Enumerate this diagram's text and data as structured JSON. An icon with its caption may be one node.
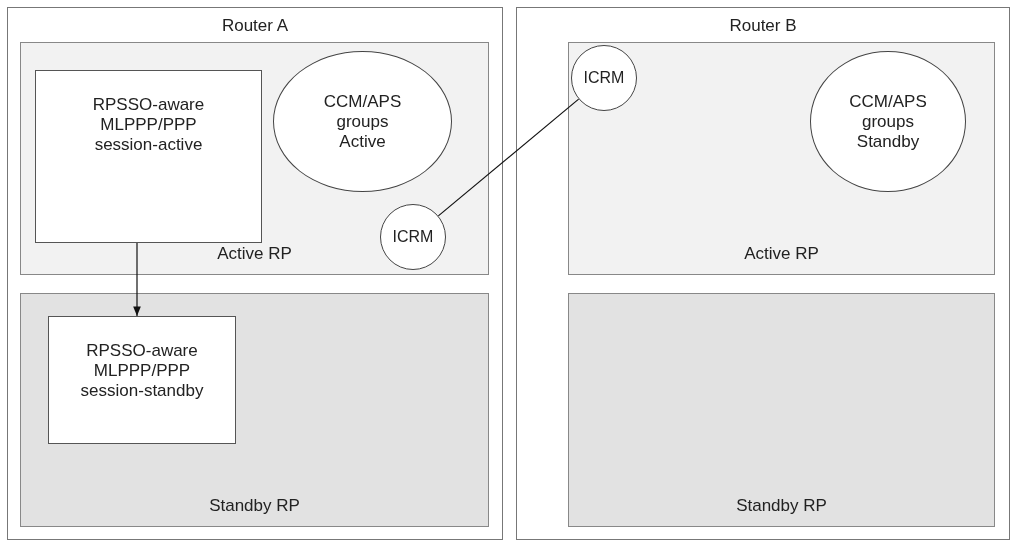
{
  "diagram": {
    "nodes": [
      {
        "text": [
          "Router A"
        ]
      },
      {
        "text": [
          "Active RP"
        ],
        "in": 0
      },
      {
        "text": [
          "RPSSO-aware MLPPP/PPP session-active"
        ],
        "in": 1
      },
      {
        "text": [
          "CCM/APS groups Active"
        ],
        "in": 1
      },
      {
        "text": [
          "ICRM"
        ],
        "in": 1
      },
      {
        "text": [
          "Standby RP"
        ],
        "in": 0
      },
      {
        "text": [
          "RPSSO-aware MLPPP/PPP session-standby"
        ],
        "in": 5
      },
      {
        "text": [
          "Router B"
        ]
      },
      {
        "text": [
          "Active RP"
        ],
        "in": 7
      },
      {
        "text": [
          "ICRM"
        ],
        "in": 8
      },
      {
        "text": [
          "CCM/APS groups Standby"
        ],
        "in": 8
      },
      {
        "text": [
          "Standby RP"
        ],
        "in": 7
      }
    ],
    "edges": [
      {
        "from": 2,
        "to": 6,
        "arrow": "to"
      },
      {
        "from": 4,
        "to": 9,
        "arrow": "none"
      }
    ]
  }
}
